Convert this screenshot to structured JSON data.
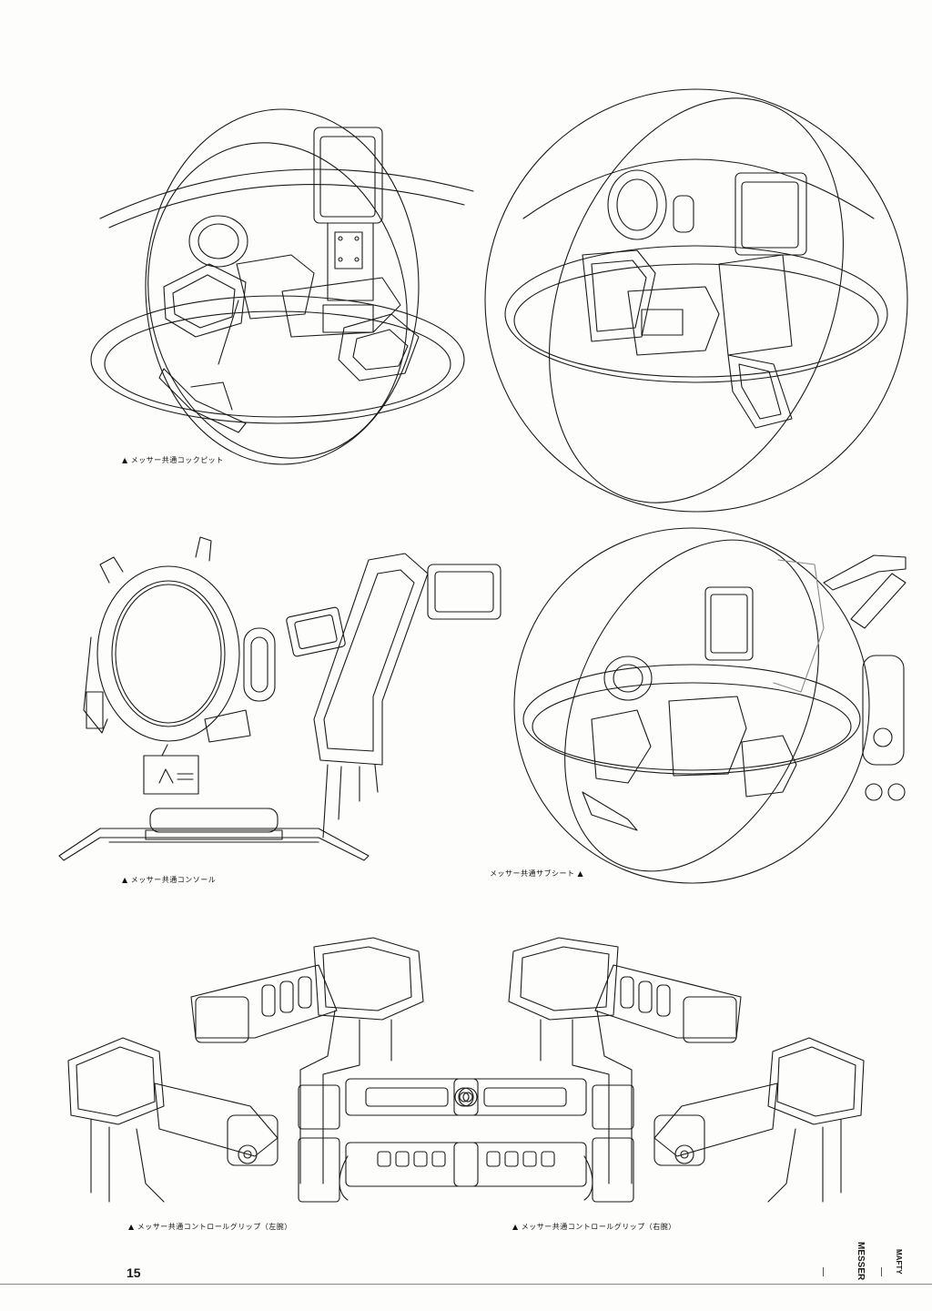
{
  "captions": {
    "cockpit": "▲ メッサー共通コックピット",
    "console": "▲ メッサー共通コンソール",
    "subseat": "メッサー共通サブシート ▲",
    "grip_left": "▲ メッサー共通コントロールグリップ（左腕）",
    "grip_right": "▲ メッサー共通コントロールグリップ（右腕）"
  },
  "page_number": "15",
  "side_labels": {
    "series": "MESSER",
    "book": "MAFTY"
  },
  "colors": {
    "ink": "#1a1a1a",
    "paper": "#fdfdfc"
  }
}
